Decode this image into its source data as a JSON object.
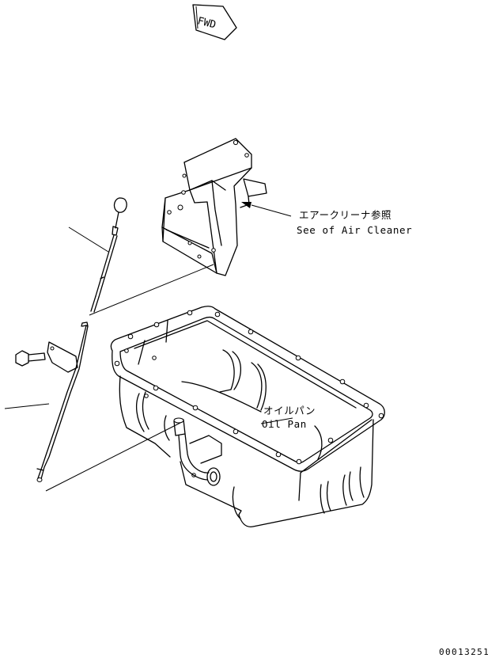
{
  "fwd_marker": "FWD",
  "labels": {
    "air_cleaner_jp": "エアークリーナ参照",
    "air_cleaner_en": "See of Air Cleaner",
    "oil_pan_jp": "オイルパン",
    "oil_pan_en": "Oil Pan"
  },
  "drawing_number": "00013251"
}
